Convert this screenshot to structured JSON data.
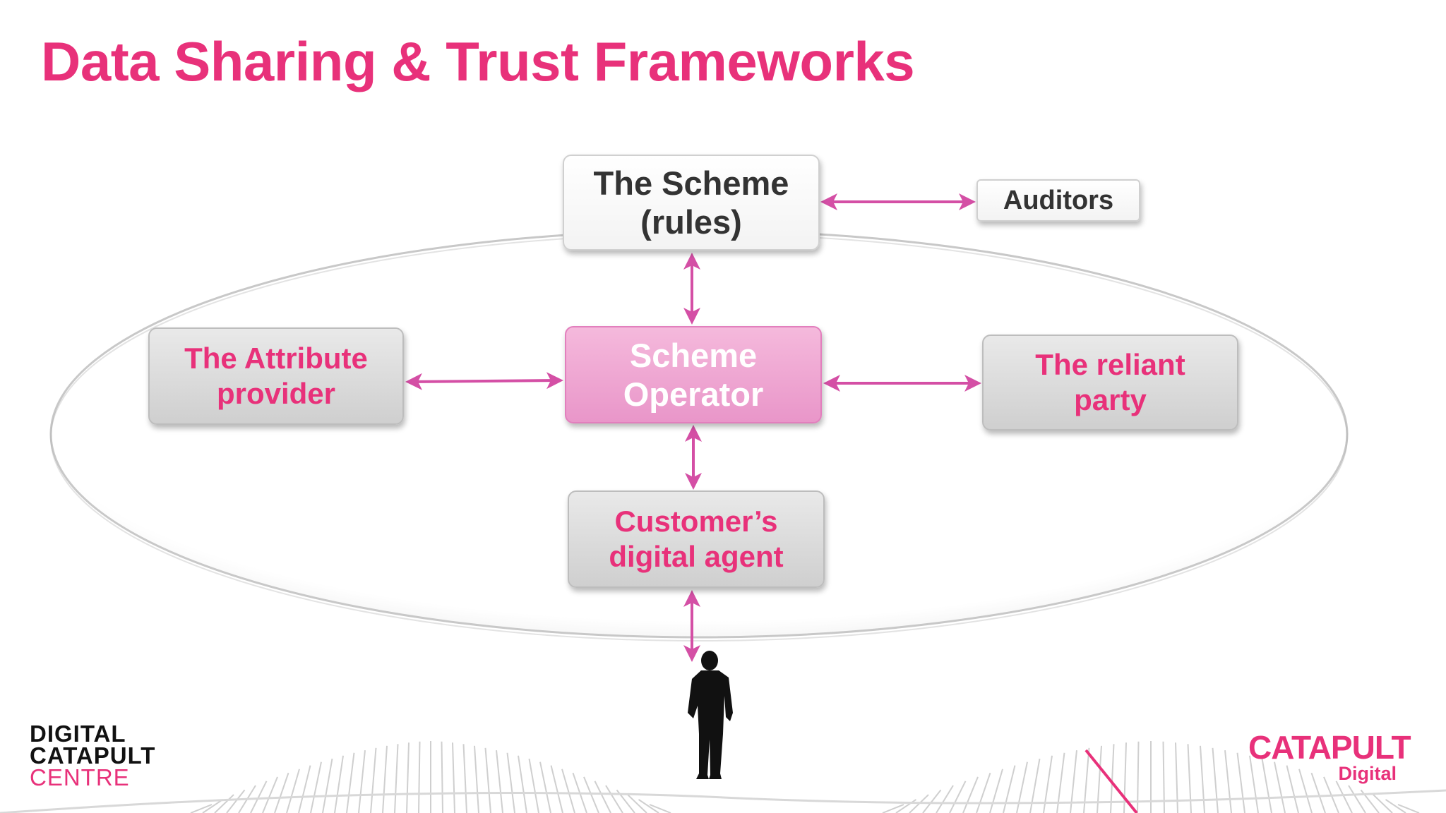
{
  "slide": {
    "title": "Data Sharing & Trust Frameworks"
  },
  "diagram": {
    "nodes": {
      "scheme": {
        "line1": "The Scheme",
        "line2": "(rules)"
      },
      "auditors": {
        "label": "Auditors"
      },
      "operator": {
        "line1": "Scheme",
        "line2": "Operator"
      },
      "attribute_provider": {
        "line1": "The Attribute",
        "line2": "provider"
      },
      "reliant_party": {
        "line1": "The reliant",
        "line2": "party"
      },
      "digital_agent": {
        "line1": "Customer’s",
        "line2": "digital agent"
      }
    },
    "edges": [
      {
        "from": "scheme",
        "to": "auditors",
        "direction": "both"
      },
      {
        "from": "scheme",
        "to": "operator",
        "direction": "both"
      },
      {
        "from": "attribute_provider",
        "to": "operator",
        "direction": "both"
      },
      {
        "from": "operator",
        "to": "reliant_party",
        "direction": "both"
      },
      {
        "from": "operator",
        "to": "digital_agent",
        "direction": "both"
      },
      {
        "from": "digital_agent",
        "to": "customer",
        "direction": "both"
      }
    ],
    "icons": {
      "customer": "person-silhouette-icon"
    }
  },
  "logos": {
    "left": {
      "line1": "DIGITAL",
      "line2": "CATAPULT",
      "line3": "CENTRE"
    },
    "right": {
      "word": "CATAPULT",
      "sub": "Digital"
    }
  },
  "colors": {
    "accent": "#e8317a",
    "arrow": "#d44fa5",
    "operator_fill": "#efa7d4",
    "box_grey": "#d8d8d8",
    "text_dark": "#333333"
  }
}
